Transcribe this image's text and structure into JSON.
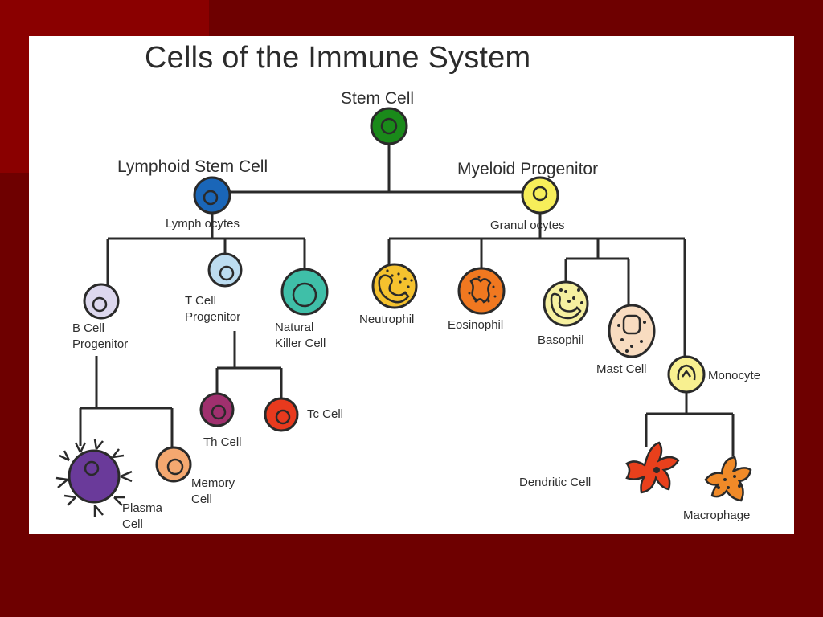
{
  "title": "Cells of the Immune System",
  "labels": {
    "stem_cell": "Stem Cell",
    "lymphoid_stem_cell": "Lymphoid Stem Cell",
    "myeloid_progenitor": "Myeloid Progenitor",
    "lymphocytes": "Lymph ocytes",
    "granulocytes": "Granul ocytes",
    "b_cell_progenitor": "B Cell Progenitor",
    "t_cell_progenitor": "T Cell Progenitor",
    "natural_killer_cell": "Natural Killer Cell",
    "neutrophil": "Neutrophil",
    "eosinophil": "Eosinophil",
    "basophil": "Basophil",
    "mast_cell": "Mast Cell",
    "monocyte": "Monocyte",
    "th_cell": "Th Cell",
    "tc_cell": "Tc Cell",
    "plasma_cell": "Plasma Cell",
    "memory_cell": "Memory Cell",
    "dendritic_cell": "Dendritic Cell",
    "macrophage": "Macrophage"
  },
  "colors": {
    "slide_background": "#6e0000",
    "panel": "#ffffff",
    "stem_cell": "#1a8a1a",
    "lymphoid_stem_cell": "#1a66b8",
    "myeloid_progenitor": "#f7ee5a",
    "b_cell_progenitor": "#ddd8ee",
    "t_cell_progenitor": "#bcdcf0",
    "natural_killer_cell": "#3fbfa8",
    "neutrophil": "#f5c22e",
    "eosinophil": "#f07820",
    "basophil": "#f6f0a0",
    "mast_cell": "#f8dcc0",
    "monocyte": "#f8f090",
    "th_cell": "#a0306e",
    "tc_cell": "#e83a1e",
    "plasma_cell": "#6a3a9a",
    "memory_cell": "#f4a870",
    "dendritic_cell": "#e8401c",
    "macrophage": "#f08a28"
  }
}
